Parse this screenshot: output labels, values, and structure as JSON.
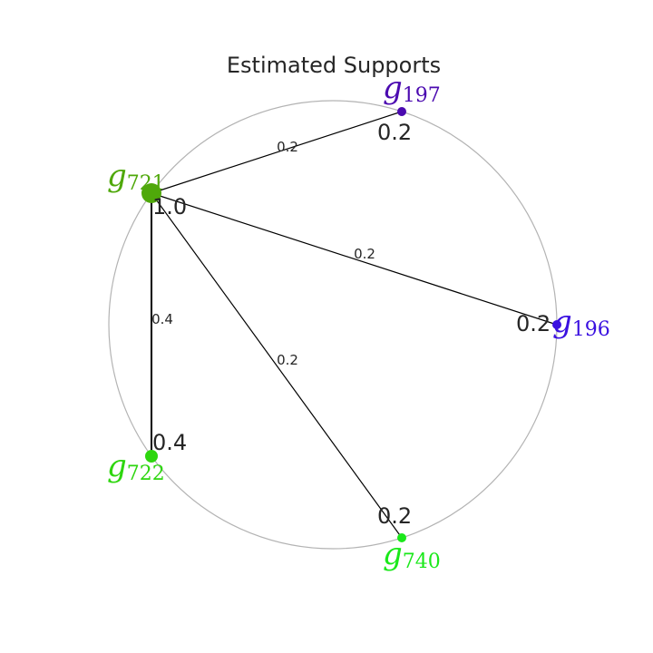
{
  "title": "Estimated Supports",
  "nodes": [
    {
      "id": "g197",
      "name": "g",
      "sub": "197",
      "support": "0.2",
      "color": "#4b0ab0"
    },
    {
      "id": "g721",
      "name": "g",
      "sub": "721",
      "support": "1.0",
      "color": "#4fa80a"
    },
    {
      "id": "g196",
      "name": "g",
      "sub": "196",
      "support": "0.2",
      "color": "#3a10e0"
    },
    {
      "id": "g722",
      "name": "g",
      "sub": "722",
      "support": "0.4",
      "color": "#2ed60f"
    },
    {
      "id": "g740",
      "name": "g",
      "sub": "740",
      "support": "0.2",
      "color": "#1ae81a"
    }
  ],
  "edges": [
    {
      "from": "g721",
      "to": "g197",
      "weight": "0.2"
    },
    {
      "from": "g721",
      "to": "g196",
      "weight": "0.2"
    },
    {
      "from": "g721",
      "to": "g722",
      "weight": "0.4"
    },
    {
      "from": "g721",
      "to": "g740",
      "weight": "0.2"
    }
  ],
  "colors": {
    "circle": "#b3b3b3",
    "edge": "#000000",
    "text": "#262626"
  }
}
